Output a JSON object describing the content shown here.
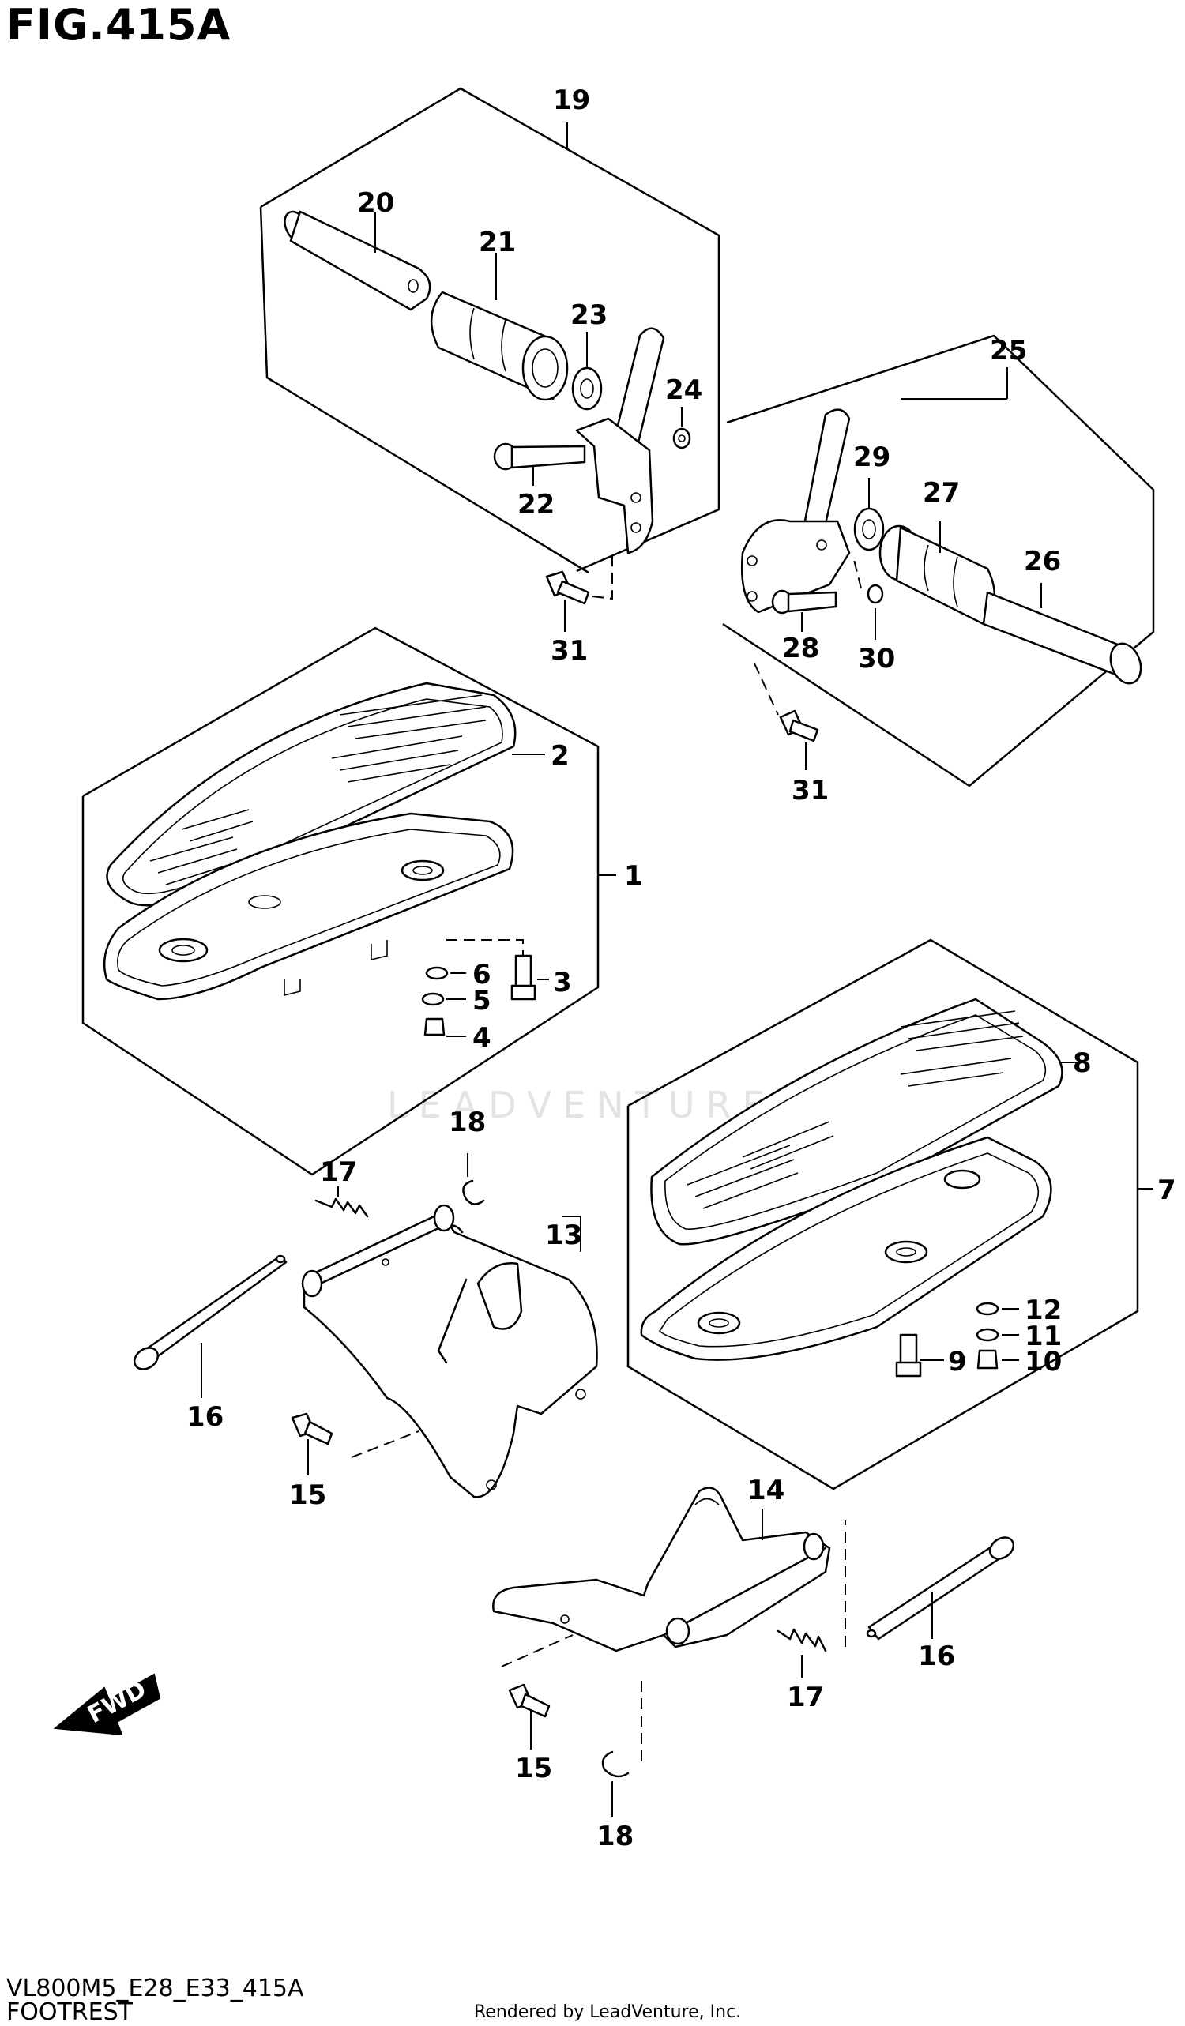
{
  "figure": {
    "title": "FIG.415A",
    "model_code": "VL800M5_E28_E33_415A",
    "section_name": "FOOTREST",
    "render_credit": "Rendered by LeadVenture, Inc.",
    "watermark": "LEADVENTURE",
    "direction_label": "FWD"
  },
  "callouts": {
    "c1": "1",
    "c2": "2",
    "c3": "3",
    "c4": "4",
    "c5": "5",
    "c6": "6",
    "c7": "7",
    "c8": "8",
    "c9": "9",
    "c10": "10",
    "c11": "11",
    "c12": "12",
    "c13": "13",
    "c14": "14",
    "c15a": "15",
    "c15b": "15",
    "c16a": "16",
    "c16b": "16",
    "c17a": "17",
    "c17b": "17",
    "c18a": "18",
    "c18b": "18",
    "c19": "19",
    "c20": "20",
    "c21": "21",
    "c22": "22",
    "c23": "23",
    "c24": "24",
    "c25": "25",
    "c26": "26",
    "c27": "27",
    "c28": "28",
    "c29": "29",
    "c30": "30",
    "c31a": "31",
    "c31b": "31"
  }
}
